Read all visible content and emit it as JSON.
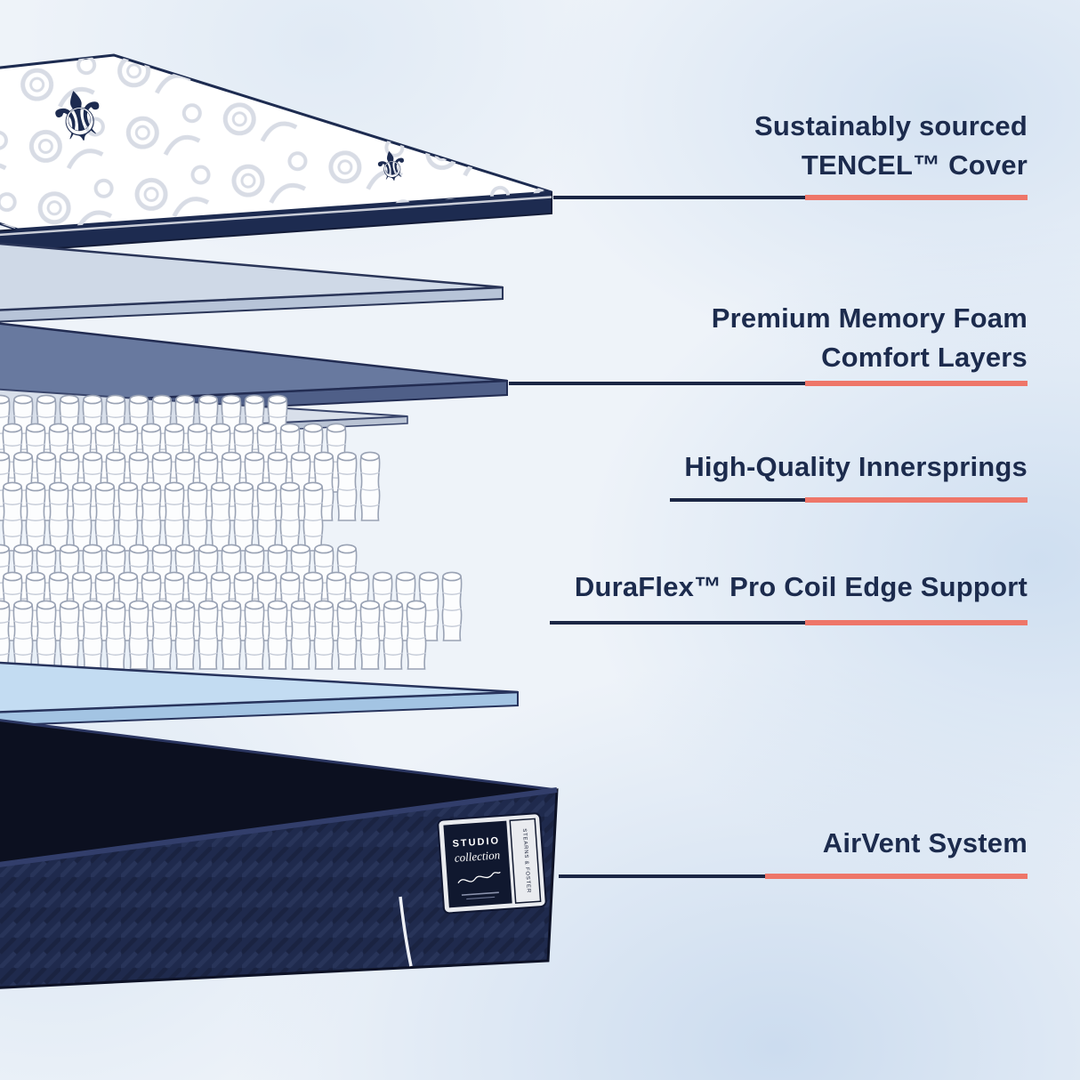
{
  "page": {
    "type": "product-infographic",
    "subject": "mattress cross-section layers"
  },
  "colors": {
    "text_navy": "#1c2b4d",
    "line_navy": "#1b2644",
    "accent_coral": "#ee7669",
    "background": "#eef3f9",
    "base_navy": "#1f2a4d",
    "foam_slate": "#68799f",
    "foam_light": "#cfd9e7",
    "slab_blue": "#c3dcf2"
  },
  "callouts": [
    {
      "id": "tencel-cover",
      "lines": [
        "Sustainably sourced",
        "TENCEL™ Cover"
      ]
    },
    {
      "id": "memory-foam",
      "lines": [
        "Premium Memory Foam",
        "Comfort Layers"
      ]
    },
    {
      "id": "innersprings",
      "lines": [
        "High-Quality Innersprings"
      ]
    },
    {
      "id": "edge-support",
      "lines": [
        "DuraFlex™ Pro Coil Edge Support"
      ]
    },
    {
      "id": "airvent",
      "lines": [
        "AirVent System"
      ]
    }
  ],
  "illustration": {
    "alt": "Exploded view of mattress layers",
    "tag": {
      "title": "STUDIO",
      "script": "collection",
      "side": "STEARNS & FOSTER"
    }
  }
}
